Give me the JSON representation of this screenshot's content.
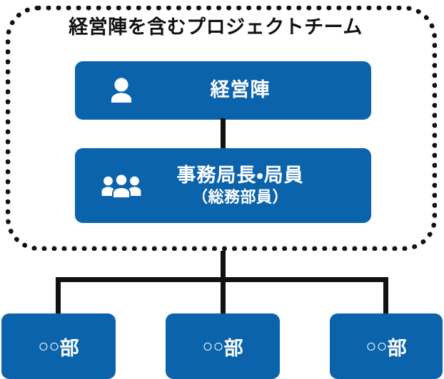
{
  "diagram": {
    "type": "org-chart",
    "background_color": "#ffffff",
    "accent_color": "#0b63ac",
    "line_color": "#111111",
    "group": {
      "title": "経営陣を含むプロジェクトチーム",
      "border_style": "dotted",
      "nodes": [
        {
          "id": "executives",
          "icon": "single-person-icon",
          "label_main": "経営陣",
          "label_sub": ""
        },
        {
          "id": "secretariat",
          "icon": "group-of-people-icon",
          "label_main": "事務局長・局員",
          "label_sub": "（総務部員）"
        }
      ]
    },
    "departments": [
      {
        "id": "dept-1",
        "label_circles": "○○",
        "label_suffix": "部"
      },
      {
        "id": "dept-2",
        "label_circles": "○○",
        "label_suffix": "部"
      },
      {
        "id": "dept-3",
        "label_circles": "○○",
        "label_suffix": "部"
      }
    ]
  }
}
